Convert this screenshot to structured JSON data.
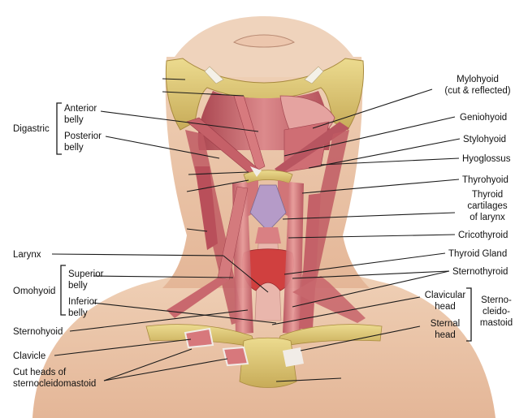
{
  "labels": {
    "digastric": "Digastric",
    "anterior_belly_1": "Anterior",
    "anterior_belly_2": "belly",
    "posterior_belly_1": "Posterior",
    "posterior_belly_2": "belly",
    "larynx": "Larynx",
    "omohyoid": "Omohyoid",
    "superior_belly_1": "Superior",
    "superior_belly_2": "belly",
    "inferior_belly_1": "Inferior",
    "inferior_belly_2": "belly",
    "sternohyoid": "Sternohyoid",
    "clavicle": "Clavicle",
    "cut_heads_1": "Cut heads of",
    "cut_heads_2": "sternocleidomastoid",
    "mylohyoid_1": "Mylohyoid",
    "mylohyoid_2": "(cut & reflected)",
    "geniohyoid": "Geniohyoid",
    "stylohyoid": "Stylohyoid",
    "hyoglossus": "Hyoglossus",
    "thyrohyoid": "Thyrohyoid",
    "thyroid_cart_1": "Thyroid",
    "thyroid_cart_2": "cartilages",
    "thyroid_cart_3": "of larynx",
    "cricothyroid": "Cricothyroid",
    "thyroid_gland": "Thyroid Gland",
    "sternothyroid": "Sternothyroid",
    "clavicular_head_1": "Clavicular",
    "clavicular_head_2": "head",
    "sternal_head_1": "Sternal",
    "sternal_head_2": "head",
    "scm_1": "Sterno-",
    "scm_2": "cleido-",
    "scm_3": "mastoid"
  },
  "colors": {
    "skin": "#e9c2a3",
    "skin_shadow": "#d8a584",
    "muscle": "#c9616a",
    "muscle_light": "#e08d8f",
    "muscle_dark": "#9e3f4a",
    "bone": "#e3cf7c",
    "bone_dark": "#bfa24f",
    "cartilage": "#b49ac4",
    "gland": "#d0403f",
    "tendon": "#f1ece7"
  }
}
